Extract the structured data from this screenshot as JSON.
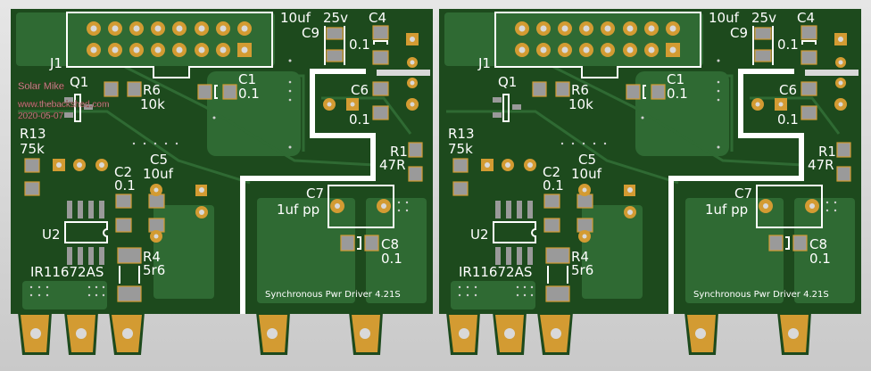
{
  "author": {
    "name": "Solar Mike",
    "website": "www.thebackshed.com",
    "date": "2020-05-07"
  },
  "silkscreen": {
    "c9_value": "10uf",
    "c9_voltage": "25v",
    "c4": "C4",
    "c9": "C9",
    "c4_value": "0.1",
    "j1": "J1",
    "q1": "Q1",
    "r6": "R6",
    "r6_value": "10k",
    "c1": "C1",
    "c1_value": "0.1",
    "c6": "C6",
    "c6_value": "0.1",
    "r13": "R13",
    "r13_value": "75k",
    "c2": "C2",
    "c2_value": "0.1",
    "c5": "C5",
    "c5_value": "10uf",
    "r1": "R1",
    "r1_value": "47R",
    "c7": "C7",
    "c7_value": "1uf pp",
    "u2": "U2",
    "u2_part": "IR11672AS",
    "r4": "R4",
    "r4_value": "5r6",
    "c8": "C8",
    "c8_value": "0.1",
    "board_title": "Synchronous Pwr Driver 4.21S"
  },
  "colors": {
    "board": "#1d4a1d",
    "copper_pour": "#2f6a33",
    "pad": "#d39b32",
    "silk": "#ffffff",
    "background": "#d4d4d4"
  }
}
